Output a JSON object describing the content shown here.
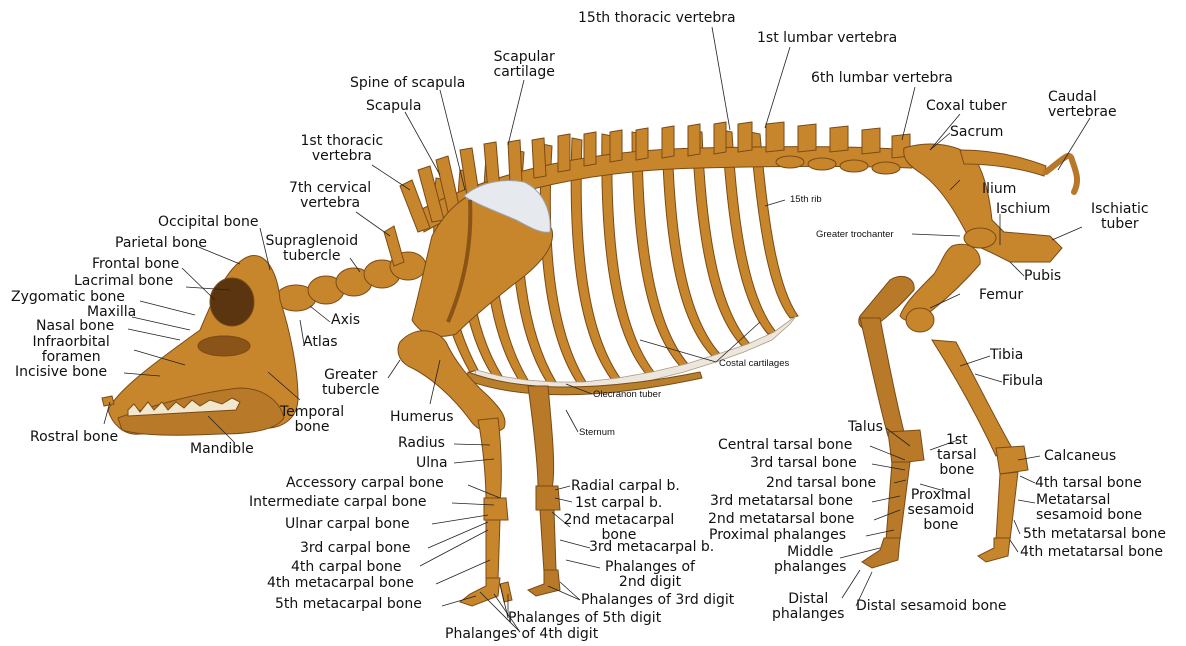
{
  "colors": {
    "bone": "#c8862c",
    "bone_dark": "#7a4a16",
    "bone_light": "#e2b774",
    "cartilage": "#e6e9ee",
    "leader": "#222222",
    "text": "#111111"
  },
  "labels": {
    "thoracic15": [
      "15th thoracic vertebra"
    ],
    "lumbar1": [
      "1st lumbar vertebra"
    ],
    "lumbar6": [
      "6th lumbar vertebra"
    ],
    "scapular_cartilage": [
      "Scapular",
      "cartilage"
    ],
    "spine_scapula": [
      "Spine of scapula"
    ],
    "scapula": [
      "Scapula"
    ],
    "coxal_tuber": [
      "Coxal tuber"
    ],
    "caudal_vertebrae": [
      "Caudal",
      "vertebrae"
    ],
    "sacrum": [
      "Sacrum"
    ],
    "thoracic1": [
      "1st thoracic",
      "vertebra"
    ],
    "cervical7": [
      "7th cervical",
      "vertebra"
    ],
    "rib15": [
      "15th rib"
    ],
    "ilium": [
      "Ilium"
    ],
    "ischium": [
      "Ischium"
    ],
    "ischiatic_tuber": [
      "Ischiatic",
      "tuber"
    ],
    "occipital": [
      "Occipital bone"
    ],
    "parietal": [
      "Parietal bone"
    ],
    "frontal": [
      "Frontal bone"
    ],
    "lacrimal": [
      "Lacrimal bone"
    ],
    "zygomatic": [
      "Zygomatic bone"
    ],
    "maxilla": [
      "Maxilla"
    ],
    "nasal": [
      "Nasal bone"
    ],
    "infraorbital": [
      "Infraorbital",
      "foramen"
    ],
    "incisive": [
      "Incisive bone"
    ],
    "supraglenoid": [
      "Supraglenoid",
      "tubercle"
    ],
    "greater_trochanter": [
      "Greater trochanter"
    ],
    "pubis": [
      "Pubis"
    ],
    "femur": [
      "Femur"
    ],
    "axis": [
      "Axis"
    ],
    "atlas": [
      "Atlas"
    ],
    "costal_cartilages": [
      "Costal cartilages"
    ],
    "greater_tubercle": [
      "Greater",
      "tubercle"
    ],
    "tibia": [
      "Tibia"
    ],
    "fibula": [
      "Fibula"
    ],
    "olecranon": [
      "Olecranon tuber"
    ],
    "humerus": [
      "Humerus"
    ],
    "temporal": [
      "Temporal",
      "bone"
    ],
    "rostral": [
      "Rostral bone"
    ],
    "mandible": [
      "Mandible"
    ],
    "sternum": [
      "Sternum"
    ],
    "talus": [
      "Talus"
    ],
    "tarsal1": [
      "1st",
      "tarsal",
      "bone"
    ],
    "central_tarsal": [
      "Central tarsal bone"
    ],
    "calcaneus": [
      "Calcaneus"
    ],
    "radius": [
      "Radius"
    ],
    "ulna": [
      "Ulna"
    ],
    "tarsal3": [
      "3rd tarsal bone"
    ],
    "accessory_carpal": [
      "Accessory carpal bone"
    ],
    "radial_carpal": [
      "Radial carpal b."
    ],
    "tarsal2": [
      "2nd tarsal bone"
    ],
    "tarsal4": [
      "4th tarsal bone"
    ],
    "carpal1": [
      "1st carpal b."
    ],
    "proximal_sesamoid": [
      "Proximal",
      "sesamoid",
      "bone"
    ],
    "intermediate_carpal": [
      "Intermediate carpal bone"
    ],
    "metatarsal3": [
      "3rd metatarsal bone"
    ],
    "metatarsal_sesamoid": [
      "Metatarsal",
      "sesamoid bone"
    ],
    "metacarpal2": [
      "2nd metacarpal",
      "bone"
    ],
    "ulnar_carpal": [
      "Ulnar carpal bone"
    ],
    "metatarsal2": [
      "2nd metatarsal bone"
    ],
    "metatarsal5": [
      "5th metatarsal bone"
    ],
    "proximal_phalanges": [
      "Proximal phalanges"
    ],
    "metacarpal3": [
      "3rd metacarpal b."
    ],
    "carpal3": [
      "3rd carpal bone"
    ],
    "metatarsal4": [
      "4th metatarsal bone"
    ],
    "middle_phalanges": [
      "Middle",
      "phalanges"
    ],
    "phalanges_2nd": [
      "Phalanges of",
      "2nd digit"
    ],
    "carpal4": [
      "4th carpal bone"
    ],
    "metacarpal4": [
      "4th metacarpal bone"
    ],
    "phalanges_3rd": [
      "Phalanges of 3rd digit"
    ],
    "distal_phalanges": [
      "Distal",
      "phalanges"
    ],
    "metacarpal5": [
      "5th metacarpal bone"
    ],
    "distal_sesamoid": [
      "Distal sesamoid bone"
    ],
    "phalanges_5th": [
      "Phalanges of 5th digit"
    ],
    "phalanges_4th": [
      "Phalanges of 4th digit"
    ]
  }
}
